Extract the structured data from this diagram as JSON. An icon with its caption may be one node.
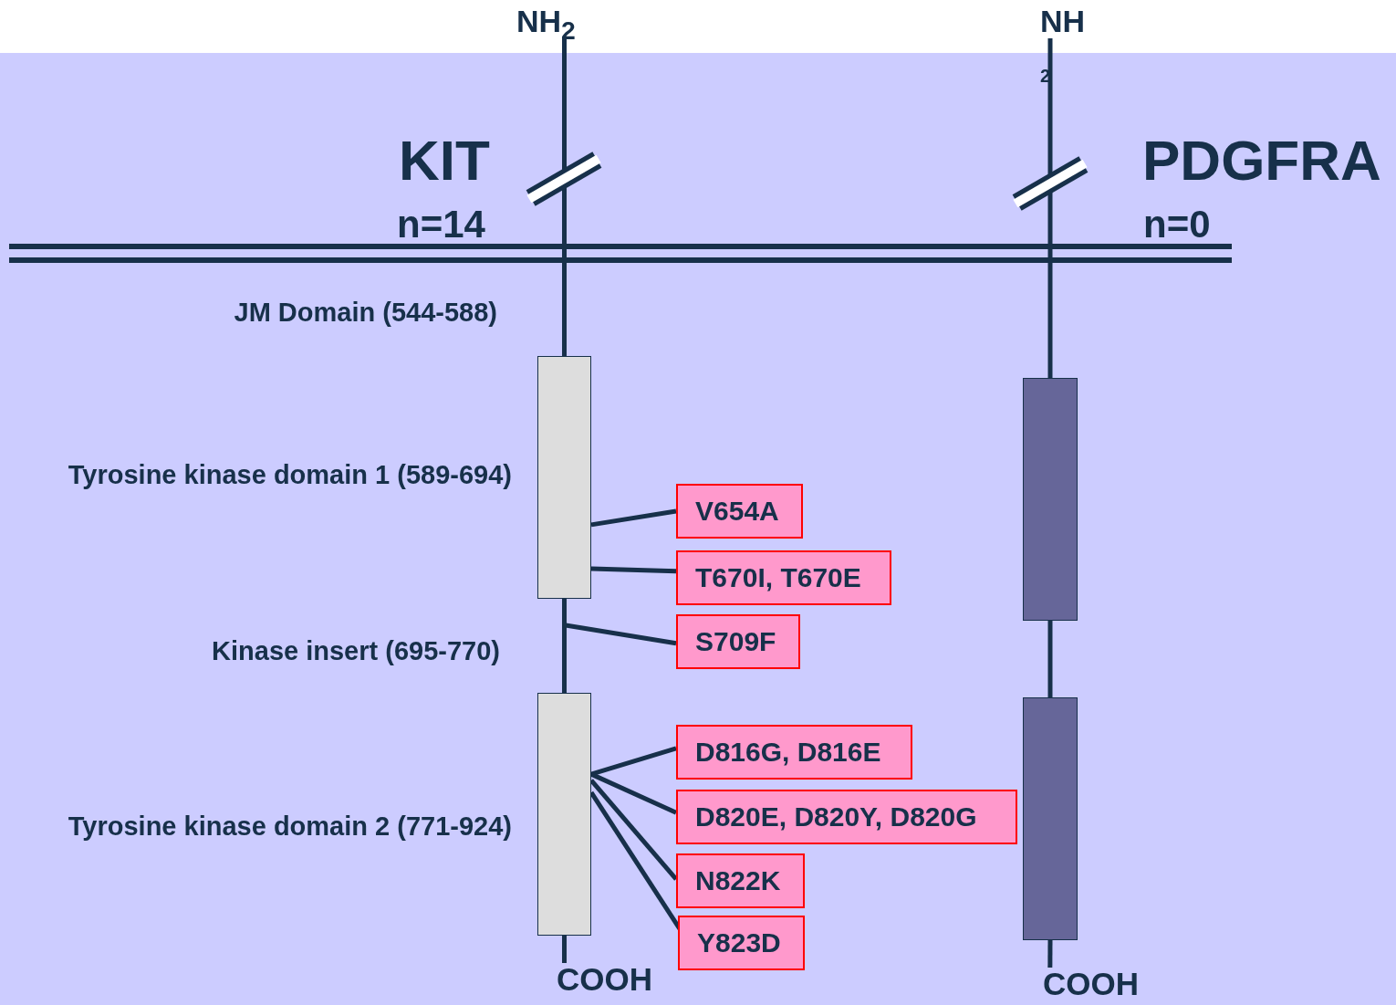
{
  "diagram": {
    "nodes": [
      {
        "text": [],
        "shape": "bar"
      },
      {
        "text": [],
        "shape": "bar"
      },
      {
        "text": [],
        "shape": "bar"
      },
      {
        "text": [],
        "shape": "bar"
      },
      {
        "text": [
          "V654A"
        ]
      },
      {
        "text": [
          "T670I, T670E"
        ]
      },
      {
        "text": [
          "S709F"
        ]
      },
      {
        "text": [
          "D816G, D816E"
        ]
      },
      {
        "text": [
          "D820E, D820Y, D820G"
        ]
      },
      {
        "text": [
          "N822K"
        ]
      },
      {
        "text": [
          "Y823D"
        ]
      },
      {
        "text": [
          "NH$_{2}$"
        ]
      },
      {
        "text": [
          "NH"
        ]
      },
      {
        "text": [
          "COOH"
        ]
      },
      {
        "text": [
          "COOH"
        ]
      }
    ],
    "edges": [
      {
        "from": 4,
        "to": 0,
        "arrow": "none"
      },
      {
        "from": 5,
        "to": 0,
        "arrow": "none"
      },
      {
        "from": 6,
        "to": null,
        "arrow": "none"
      },
      {
        "from": 7,
        "to": 1,
        "arrow": "none"
      },
      {
        "from": 8,
        "to": 1,
        "arrow": "none"
      },
      {
        "from": 9,
        "to": 1,
        "arrow": "none"
      },
      {
        "from": 10,
        "to": 1,
        "arrow": "none"
      },
      {
        "from": 11,
        "to": 0,
        "arrow": "none"
      },
      {
        "from": 0,
        "to": 1,
        "arrow": "none"
      },
      {
        "from": 1,
        "to": 13,
        "arrow": "none"
      },
      {
        "from": 12,
        "to": 2,
        "arrow": "none"
      },
      {
        "from": 2,
        "to": 3,
        "arrow": "none"
      },
      {
        "from": 3,
        "to": 14,
        "arrow": "none"
      }
    ],
    "labels": [
      "KIT",
      "n=14",
      "2",
      "PDGFRA",
      "n=0",
      "JM Domain (544-588)",
      "Tyrosine kinase domain 1 (589-694)",
      "Kinase insert (695-770)",
      "Tyrosine kinase domain 2 (771-924)"
    ]
  }
}
